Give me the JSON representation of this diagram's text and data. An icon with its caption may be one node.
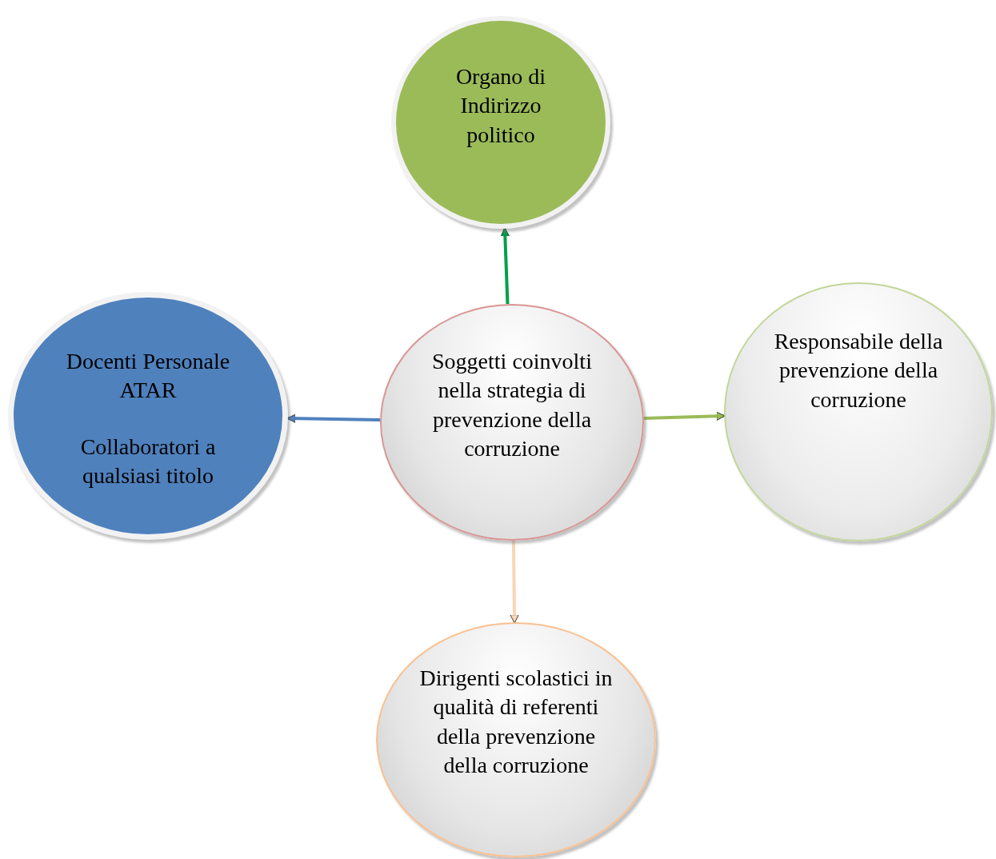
{
  "diagram": {
    "nodes": [
      {
        "text": [
          "Soggetti coinvolti nella strategia di prevenzione della corruzione"
        ]
      },
      {
        "text": [
          "Organo di Indirizzo politico"
        ]
      },
      {
        "text": [
          "Docenti Personale ATAR",
          "Collaboratori a qualsiasi titolo"
        ]
      },
      {
        "text": [
          "Responsabile della prevenzione della corruzione"
        ]
      },
      {
        "text": [
          "Dirigenti scolastici in qualità di referenti della prevenzione della corruzione"
        ]
      }
    ],
    "edges": [
      {
        "from": 0,
        "to": 1,
        "arrow": "to",
        "color": "#00a04a"
      },
      {
        "from": 0,
        "to": 2,
        "arrow": "to",
        "color": "#4f81bd"
      },
      {
        "from": 0,
        "to": 3,
        "arrow": "to",
        "color": "#9bbb59"
      },
      {
        "from": 0,
        "to": 4,
        "arrow": "to",
        "color": "#fbd5b5"
      }
    ]
  }
}
